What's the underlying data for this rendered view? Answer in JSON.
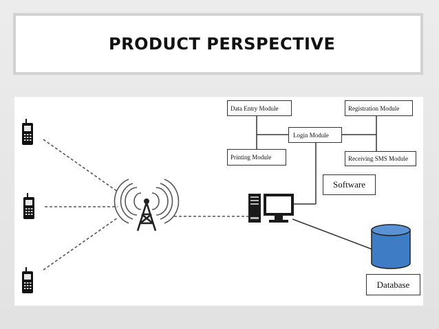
{
  "slide": {
    "title": "PRODUCT PERSPECTIVE"
  },
  "diagram": {
    "modules": {
      "data_entry": "Data Entry Module",
      "registration": "Registration Module",
      "login": "Login Module",
      "printing": "Printing Module",
      "receiving_sms": "Receiving SMS Module"
    },
    "software_label": "Software",
    "database_label": "Database",
    "icons": [
      "mobile-phone-icon",
      "mobile-phone-icon",
      "mobile-phone-icon",
      "radio-tower-icon",
      "desktop-computer-icon",
      "database-cylinder-icon"
    ],
    "colors": {
      "database_fill": "#3f7cc6",
      "line": "#333333",
      "dashed_line": "#555555",
      "tower": "#222222",
      "signal": "#555555"
    }
  }
}
